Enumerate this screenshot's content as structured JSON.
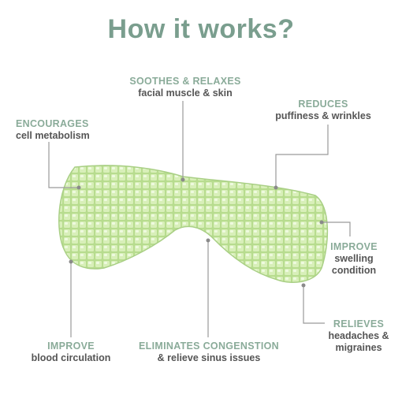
{
  "title": "How it works?",
  "benefits": [
    {
      "heading": "SOOTHES & RELAXES",
      "detail": "facial muscle & skin"
    },
    {
      "heading": "ENCOURAGES",
      "detail": "cell metabolism"
    },
    {
      "heading": "REDUCES",
      "detail": "puffiness & wrinkles"
    },
    {
      "heading": "IMPROVE",
      "detail_lines": [
        "swelling",
        "condition"
      ]
    },
    {
      "heading": "RELIEVES",
      "detail_lines": [
        "headaches &",
        "migraines"
      ]
    },
    {
      "heading": "IMPROVE",
      "detail": "blood circulation"
    },
    {
      "heading": "ELIMINATES CONGENSTION",
      "detail": "& relieve sinus issues"
    }
  ],
  "colors": {
    "title": "#7a9e8e",
    "heading": "#8aab99",
    "detail": "#555555",
    "mask": "#c9e6a6",
    "lines": "#9a9a9a"
  }
}
